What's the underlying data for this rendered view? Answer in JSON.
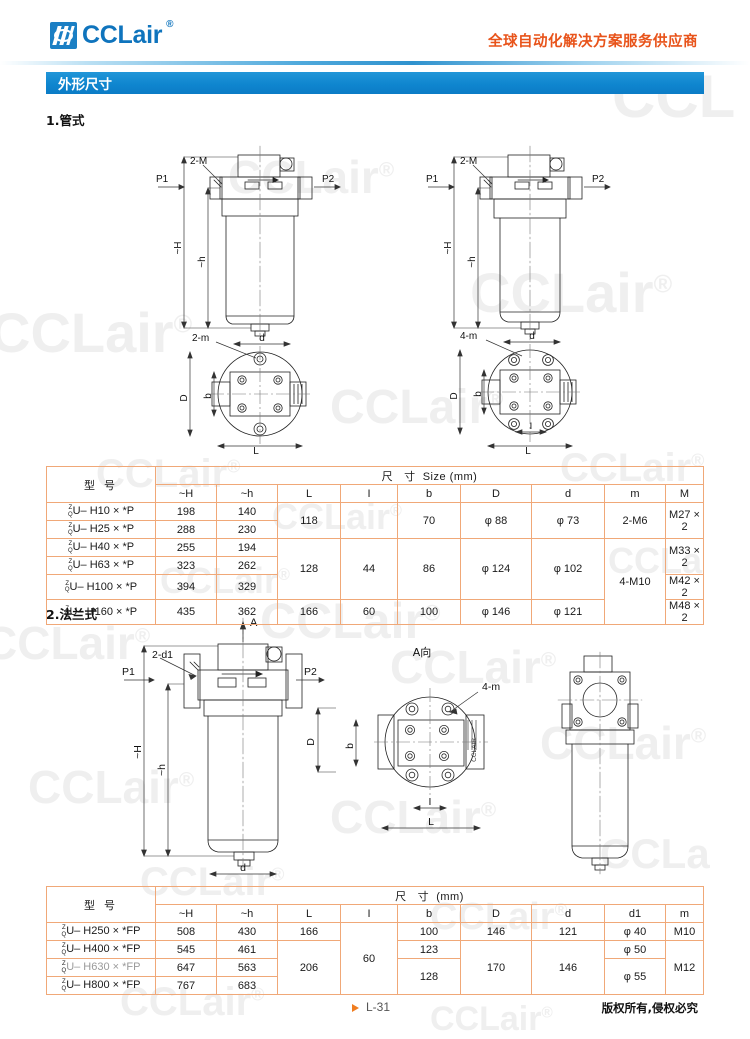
{
  "header": {
    "logo_text": "CCLair",
    "logo_registered": "®",
    "slogan": "全球自动化解决方案服务供应商"
  },
  "section": {
    "title": "外形尺寸",
    "sub1": "1.管式",
    "sub2": "2.法兰式"
  },
  "drawing_labels": {
    "p1": "P1",
    "p2": "P2",
    "two_M": "2-M",
    "two_m": "2-m",
    "four_m": "4-m",
    "two_d1": "2-d1",
    "big_H": "~H",
    "small_h": "~h",
    "d": "d",
    "D": "D",
    "b": "b",
    "L": "L",
    "I": "I",
    "A": "A",
    "A_view": "A向",
    "brand_tag": "CCLAIR"
  },
  "table1": {
    "header_model": "型 号",
    "header_size_cn": "尺 寸",
    "header_size_en": "Size (mm)",
    "columns": [
      "~H",
      "~h",
      "L",
      "I",
      "b",
      "D",
      "d",
      "m",
      "M"
    ],
    "rows": [
      {
        "prefix": "ZQ",
        "model": "U– H10 × *P",
        "H": "198",
        "h": "140"
      },
      {
        "prefix": "ZQ",
        "model": "U– H25 × *P",
        "H": "288",
        "h": "230"
      },
      {
        "prefix": "ZQ",
        "model": "U– H40 × *P",
        "H": "255",
        "h": "194"
      },
      {
        "prefix": "ZQ",
        "model": "U– H63 × *P",
        "H": "323",
        "h": "262"
      },
      {
        "prefix": "ZQ",
        "model": "U– H100 × *P",
        "H": "394",
        "h": "329"
      },
      {
        "prefix": "ZQ",
        "model": "U– H160 × *P",
        "H": "435",
        "h": "362"
      }
    ],
    "merged": {
      "L_g1": "118",
      "L_g2": "128",
      "L_r6": "166",
      "I_g1": "",
      "I_g2": "44",
      "I_r6": "60",
      "b_g1": "70",
      "b_g2": "86",
      "b_r6": "100",
      "D_g1": "φ 88",
      "D_g2": "φ 124",
      "D_r6": "φ 146",
      "d_g1": "φ 73",
      "d_g2": "φ 102",
      "d_r6": "φ 121",
      "m_g1": "2-M6",
      "m_g2": "4-M10",
      "M_g1": "M27 × 2",
      "M_g2": "M33 × 2",
      "M_g3": "M42 × 2",
      "M_r6": "M48 × 2"
    }
  },
  "table2": {
    "header_model": "型 号",
    "header_size_cn": "尺 寸",
    "header_size_en": "(mm)",
    "columns": [
      "~H",
      "~h",
      "L",
      "I",
      "b",
      "D",
      "d",
      "d1",
      "m"
    ],
    "rows": [
      {
        "prefix": "ZQ",
        "model": "U– H250 × *FP",
        "H": "508",
        "h": "430"
      },
      {
        "prefix": "ZQ",
        "model": "U– H400 × *FP",
        "H": "545",
        "h": "461"
      },
      {
        "prefix": "ZQ",
        "model": "U– H630 × *FP",
        "H": "647",
        "h": "563"
      },
      {
        "prefix": "ZQ",
        "model": "U– H800 × *FP",
        "H": "767",
        "h": "683"
      }
    ],
    "merged": {
      "L_r1": "166",
      "L_g2": "206",
      "I_all": "60",
      "b_r1": "100",
      "b_r2": "123",
      "b_g3": "128",
      "D_r1": "146",
      "D_g2": "170",
      "d_r1": "121",
      "d_g2": "146",
      "d1_r1": "φ 40",
      "d1_r2": "φ 50",
      "d1_g3": "φ 55",
      "m_r1": "M10",
      "m_g2": "M12"
    }
  },
  "footer": {
    "page": "L-31",
    "copyright": "版权所有,侵权必究"
  },
  "watermark": {
    "text": "CCLair",
    "reg": "®"
  },
  "colors": {
    "brand_blue": "#0f74bd",
    "bar_blue": "#0f86cf",
    "orange": "#e8531a",
    "table_border": "#f0a878",
    "footer_tri": "#f07d20"
  }
}
